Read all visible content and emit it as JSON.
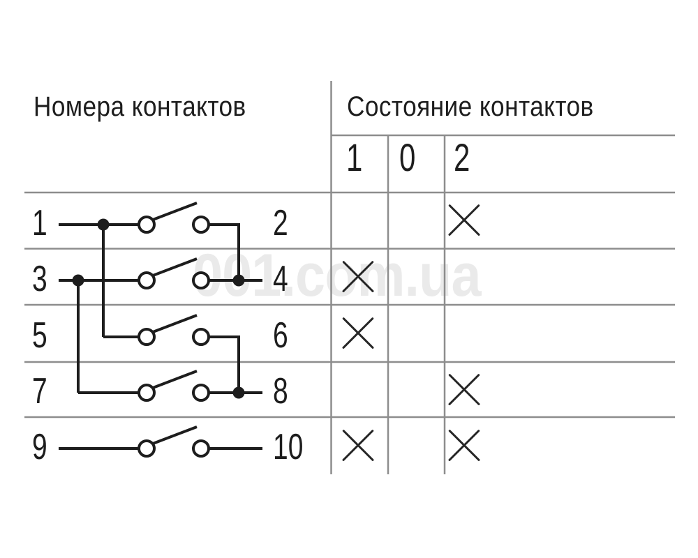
{
  "headers": {
    "contacts": "Номера контактов",
    "states": "Состояние контактов"
  },
  "positions": {
    "p1": "1",
    "p0": "0",
    "p2": "2"
  },
  "watermark": "001.com.ua",
  "rows": [
    {
      "left": "1",
      "right": "2",
      "p1": false,
      "p0": false,
      "p2": true
    },
    {
      "left": "3",
      "right": "4",
      "p1": true,
      "p0": false,
      "p2": false
    },
    {
      "left": "5",
      "right": "6",
      "p1": true,
      "p0": false,
      "p2": false
    },
    {
      "left": "7",
      "right": "8",
      "p1": false,
      "p0": false,
      "p2": true
    },
    {
      "left": "9",
      "right": "10",
      "p1": true,
      "p0": false,
      "p2": true
    }
  ],
  "colors": {
    "circuit": "#1d1d1d",
    "grid": "#8d8d8d",
    "text": "#1d1d1d",
    "watermark": "#eaeaea",
    "background": "#ffffff"
  }
}
